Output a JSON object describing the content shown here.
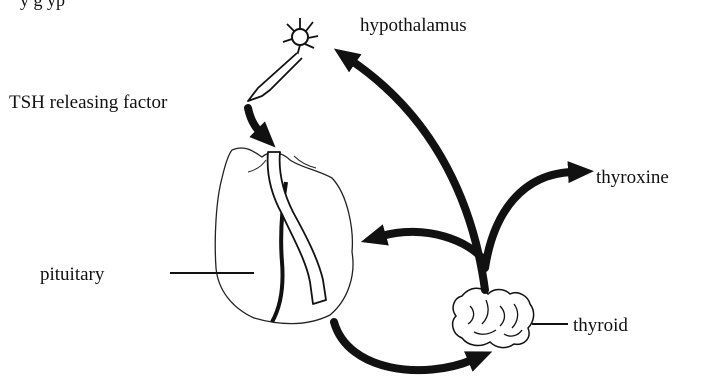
{
  "diagram": {
    "labels": {
      "hypothalamus": "hypothalamus",
      "tsh_releasing_factor": "TSH releasing factor",
      "thyroxine": "thyroxine",
      "pituitary": "pituitary",
      "thyroid": "thyroid"
    },
    "caption_fragment": "y                              g                          yp"
  },
  "colors": {
    "ink": "#111111",
    "outline": "#1a1a1a",
    "fill": "#ffffff"
  }
}
